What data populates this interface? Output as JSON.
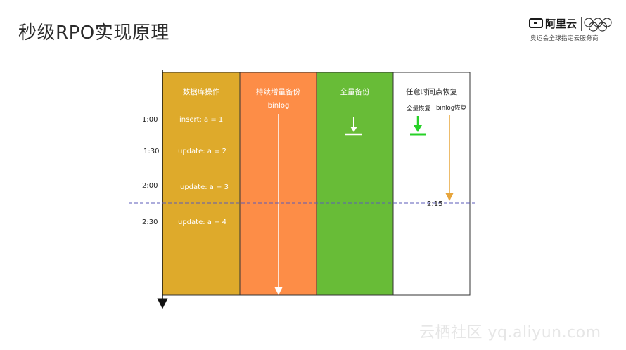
{
  "slide": {
    "title": "秒级RPO实现原理"
  },
  "logo": {
    "brand": "阿里云",
    "subtitle": "奥运会全球指定云服务商"
  },
  "columns": [
    {
      "label": "数据库操作",
      "color": "#deaa2b"
    },
    {
      "label": "持续增量备份",
      "color": "#fd8d47"
    },
    {
      "label": "全量备份",
      "color": "#68bc37"
    },
    {
      "label": "任意时间点恢复",
      "color": "#ffffff"
    }
  ],
  "binlog_label": "binlog",
  "times": [
    "1:00",
    "1:30",
    "2:00",
    "2:30"
  ],
  "operations": [
    "insert: a = 1",
    "update: a = 2",
    "update: a = 3",
    "update: a = 4"
  ],
  "restore": {
    "full_label": "全量恢复",
    "binlog_label": "binlog恢复",
    "time_label": "2:15"
  },
  "colors": {
    "guide_line": "#5b5bb8",
    "binlog_restore_arrow": "#e7a53b",
    "full_restore_arrow": "#27d127"
  },
  "watermark": "云栖社区 yq.aliyun.com"
}
